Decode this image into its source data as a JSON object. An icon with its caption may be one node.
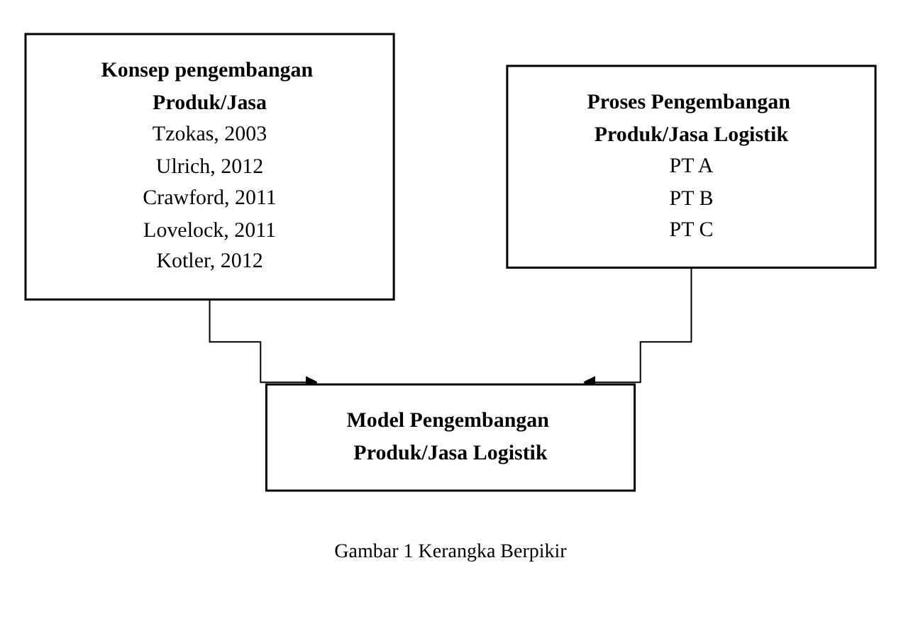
{
  "diagram": {
    "caption": "Gambar 1 Kerangka Berpikir",
    "nodes": [
      {
        "text": [
          "Konsep pengembangan Produk/Jasa",
          "Tzokas, 2003",
          "Ulrich, 2012",
          "Crawford, 2011",
          "Lovelock, 2011",
          "Kotler, 2012"
        ]
      },
      {
        "text": [
          "Proses Pengembangan Produk/Jasa Logistik",
          "PT A",
          "PT B",
          "PT C"
        ]
      },
      {
        "text": [
          "Model Pengembangan Produk/Jasa Logistik"
        ]
      }
    ],
    "edges": [
      {
        "from": 0,
        "to": 2,
        "arrow": "to"
      },
      {
        "from": 1,
        "to": 2,
        "arrow": "to"
      }
    ]
  }
}
